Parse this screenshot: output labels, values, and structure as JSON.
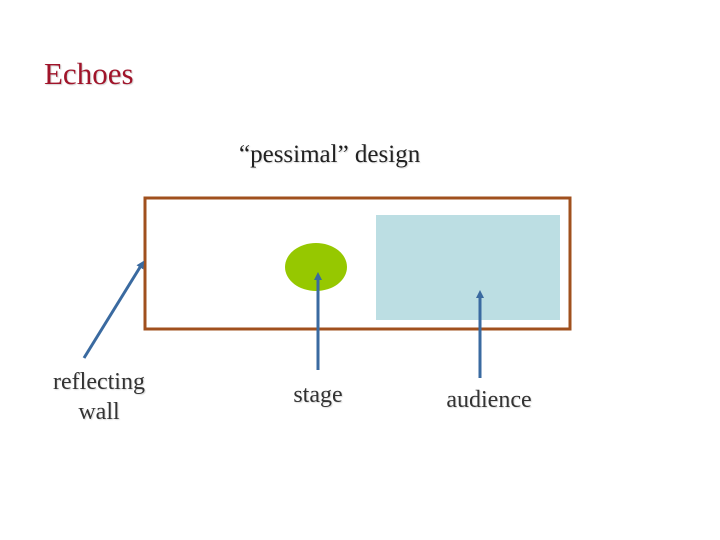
{
  "title": "Echoes",
  "subtitle": "“pessimal” design",
  "labels": {
    "wall": [
      "reflecting",
      "wall"
    ],
    "stage": "stage",
    "audience": "audience"
  },
  "colors": {
    "title": "#a0142a",
    "room_border": "#a0501e",
    "stage": "#96c800",
    "audience_area": "#bcdee3",
    "arrow": "#3a6aa0"
  }
}
